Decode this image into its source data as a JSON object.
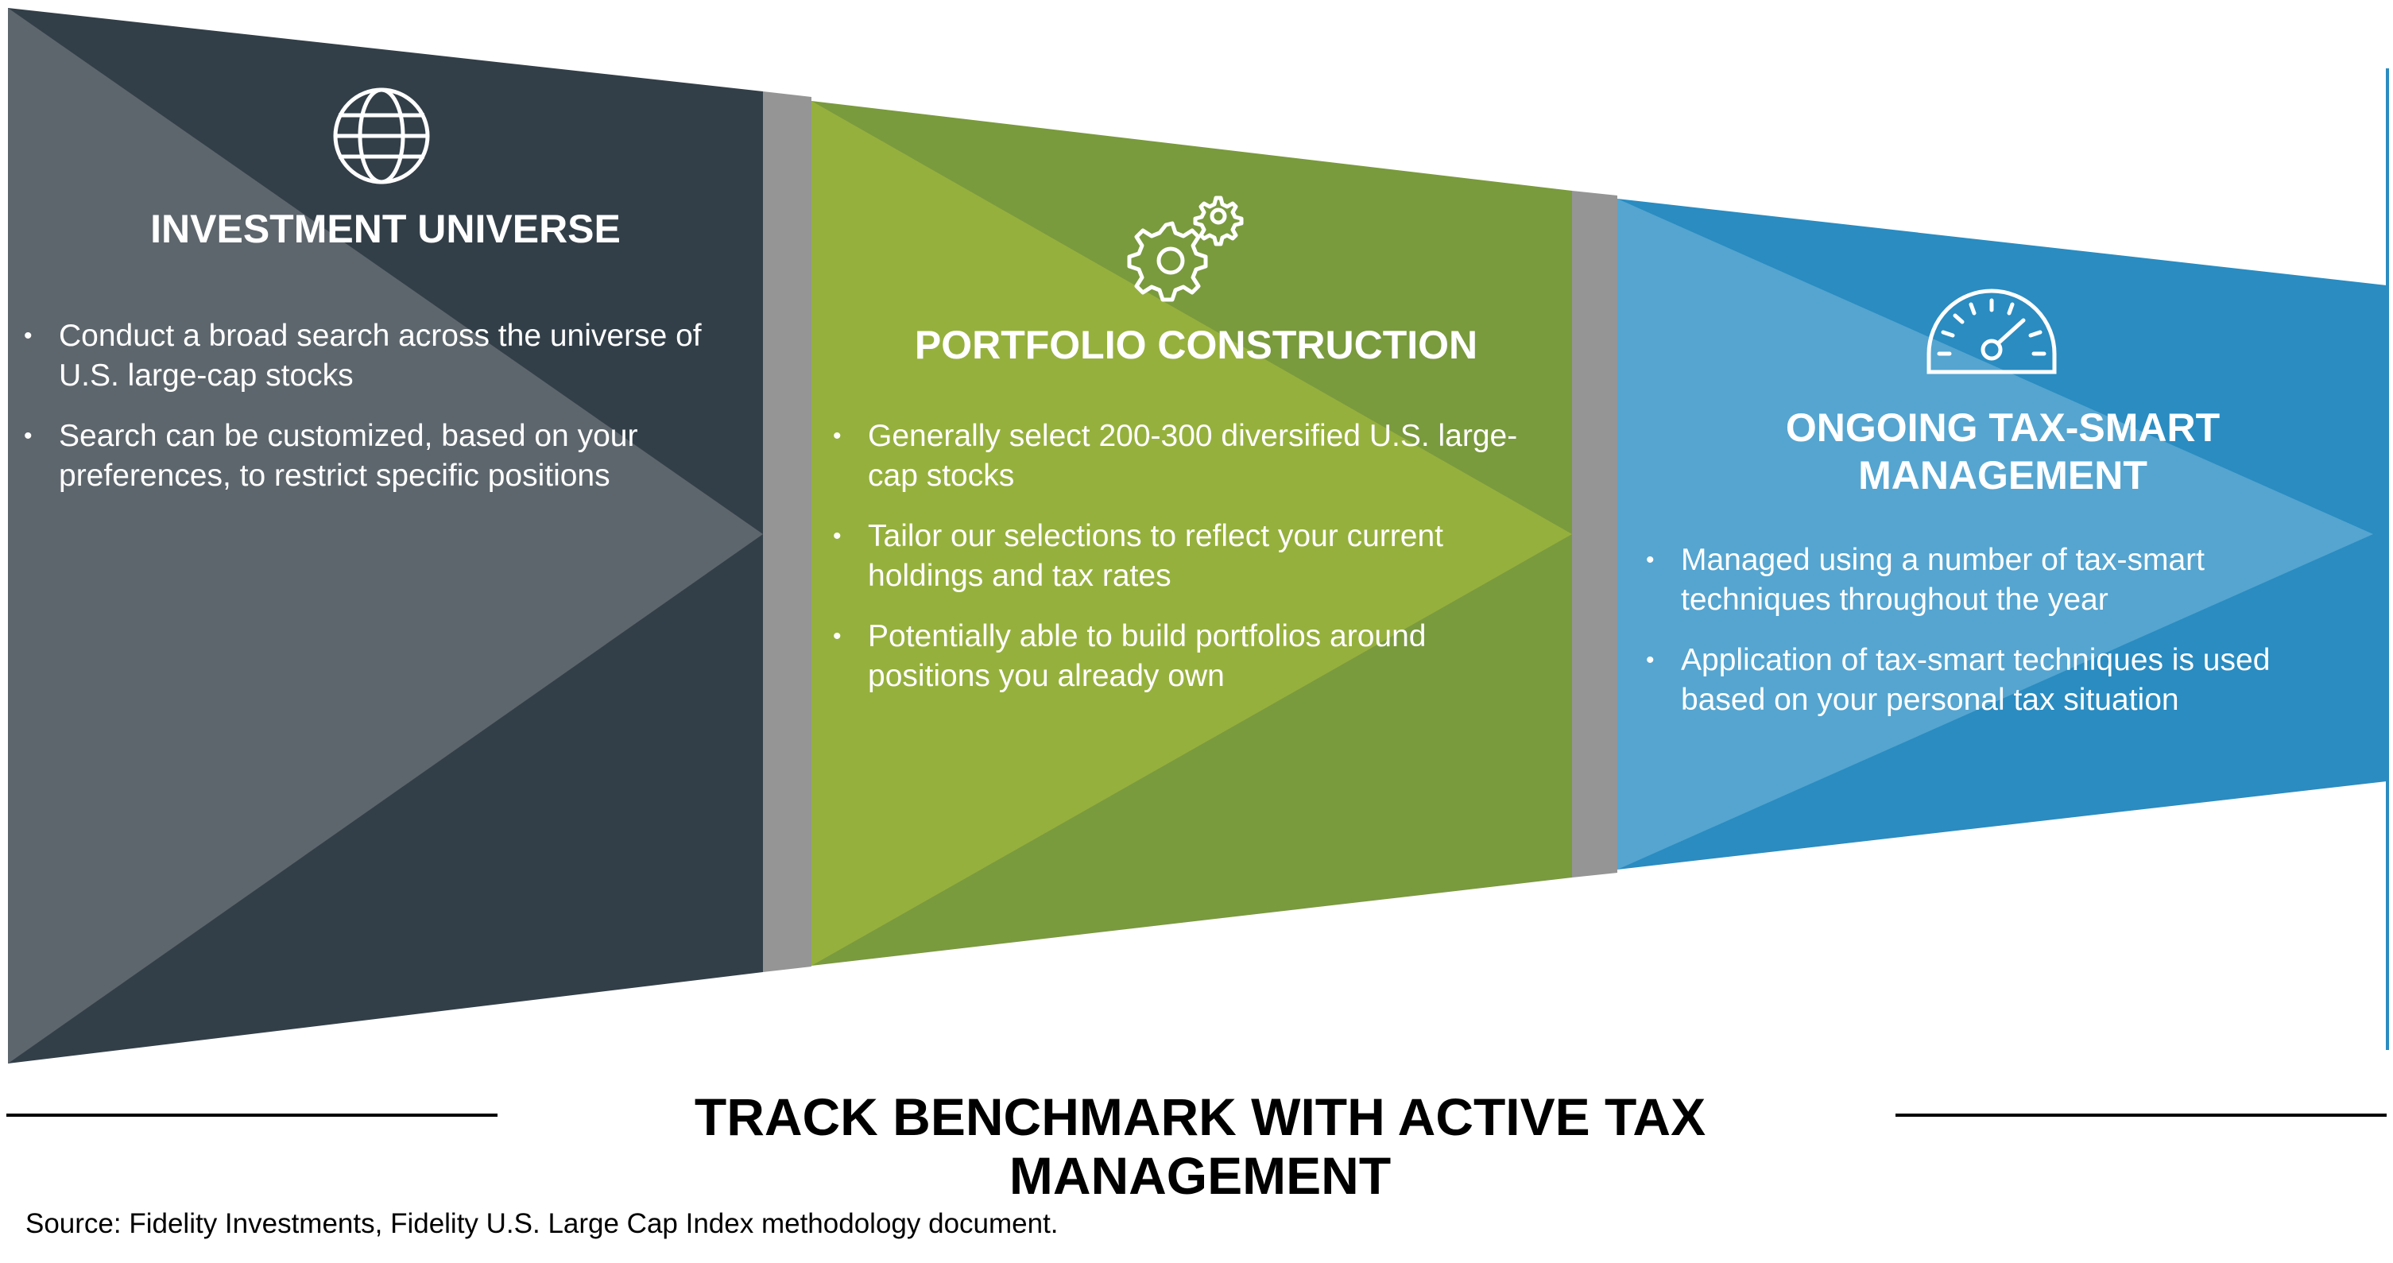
{
  "panels": [
    {
      "id": "investment-universe",
      "icon": "globe-icon",
      "title": "INVESTMENT UNIVERSE",
      "bullets": [
        "Conduct a broad search across the universe of U.S. large-cap stocks",
        "Search can be customized, based on your preferences, to restrict specific positions"
      ],
      "colors": {
        "dark": "#333f48",
        "light": "#5e666d"
      }
    },
    {
      "id": "portfolio-construction",
      "icon": "gears-icon",
      "title": "PORTFOLIO CONSTRUCTION",
      "bullets": [
        "Generally select 200-300 diversified U.S. large-cap stocks",
        "Tailor our selections to reflect your current holdings and tax rates",
        "Potentially able to build portfolios around positions you already own"
      ],
      "colors": {
        "dark": "#7a9a3e",
        "light": "#96b03d"
      }
    },
    {
      "id": "ongoing-tax-smart-management",
      "icon": "gauge-icon",
      "title": "ONGOING TAX-SMART MANAGEMENT",
      "bullets": [
        "Managed using a number of tax-smart techniques throughout the year",
        "Application of tax-smart techniques is used based on your personal tax situation"
      ],
      "colors": {
        "dark": "#2a8cc1",
        "light": "#55a5d0"
      }
    }
  ],
  "separator_color": "#959595",
  "footer": {
    "title": "TRACK BENCHMARK WITH ACTIVE TAX MANAGEMENT",
    "source": "Source: Fidelity Investments, Fidelity U.S. Large Cap Index methodology document."
  }
}
